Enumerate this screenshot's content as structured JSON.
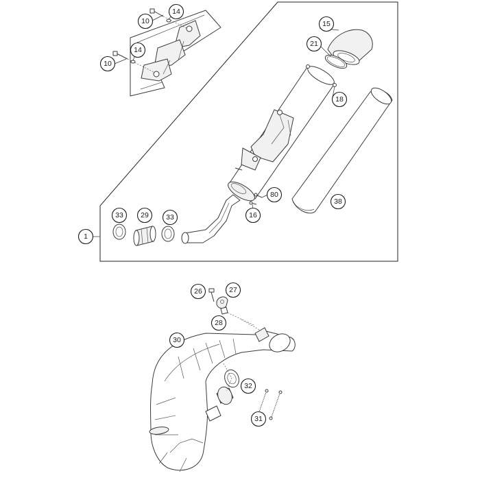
{
  "diagram": {
    "callouts": [
      {
        "id": "c1",
        "label": "1"
      },
      {
        "id": "c10a",
        "label": "10"
      },
      {
        "id": "c14a",
        "label": "14"
      },
      {
        "id": "c10b",
        "label": "10"
      },
      {
        "id": "c14b",
        "label": "14"
      },
      {
        "id": "c15",
        "label": "15"
      },
      {
        "id": "c21",
        "label": "21"
      },
      {
        "id": "c18",
        "label": "18"
      },
      {
        "id": "c80",
        "label": "80"
      },
      {
        "id": "c16",
        "label": "16"
      },
      {
        "id": "c38",
        "label": "38"
      },
      {
        "id": "c33a",
        "label": "33"
      },
      {
        "id": "c29",
        "label": "29"
      },
      {
        "id": "c33b",
        "label": "33"
      },
      {
        "id": "c26",
        "label": "26"
      },
      {
        "id": "c27",
        "label": "27"
      },
      {
        "id": "c28",
        "label": "28"
      },
      {
        "id": "c30",
        "label": "30"
      },
      {
        "id": "c32",
        "label": "32"
      },
      {
        "id": "c31",
        "label": "31"
      }
    ]
  }
}
